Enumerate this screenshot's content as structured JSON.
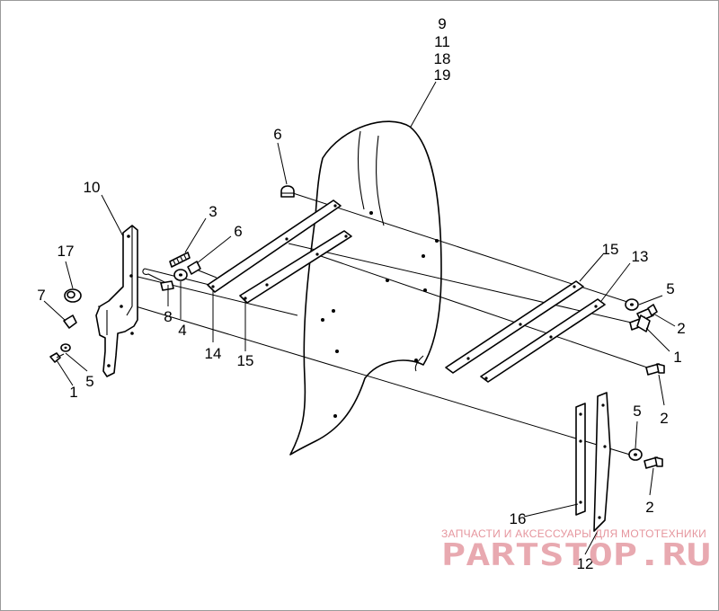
{
  "diagram": {
    "callouts": {
      "windshield": [
        "9",
        "11",
        "18",
        "19"
      ],
      "n1_left": "1",
      "n5_left": "5",
      "n7": "7",
      "n17": "17",
      "n10": "10",
      "n3": "3",
      "n6_left": "6",
      "n8": "8",
      "n4": "4",
      "n14": "14",
      "n15_left": "15",
      "n6_top": "6",
      "n15_right": "15",
      "n13": "13",
      "n5_right": "5",
      "n2_upper": "2",
      "n1_right": "1",
      "n2_mid": "2",
      "n5_low": "5",
      "n2_low": "2",
      "n16": "16",
      "n12": "12"
    }
  },
  "watermark": {
    "caption": "ЗАПЧАСТИ И АКСЕССУАРЫ ДЛЯ МОТОТЕХНИКИ",
    "brand": "PARTSТOP.RU",
    "color": "#e6a0a8"
  }
}
